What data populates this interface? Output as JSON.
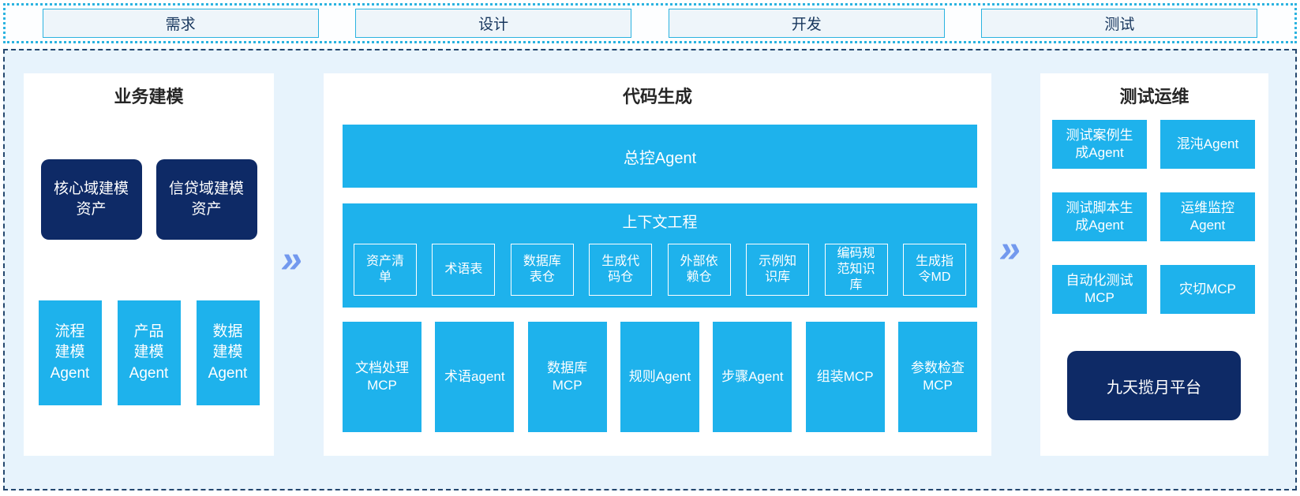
{
  "colors": {
    "accent_cyan": "#1eb2ec",
    "dark_navy": "#0e2a66",
    "container_bg": "#e7f3fc",
    "panel_bg": "#ffffff",
    "phase_box_bg": "#eef5fa",
    "phase_border_cyan": "#2bb3e0",
    "dashed_border_navy": "#24476e",
    "arrow_blue": "#7399ee",
    "title_text": "#262626",
    "phase_text": "#17365d"
  },
  "phases": {
    "items": [
      {
        "label": "需求"
      },
      {
        "label": "设计"
      },
      {
        "label": "开发"
      },
      {
        "label": "测试"
      }
    ]
  },
  "business_modeling": {
    "title": "业务建模",
    "assets": [
      {
        "label": "核心域建模\n资产"
      },
      {
        "label": "信贷域建模\n资产"
      }
    ],
    "agents": [
      {
        "label": "流程\n建模\nAgent"
      },
      {
        "label": "产品\n建模\nAgent"
      },
      {
        "label": "数据\n建模\nAgent"
      }
    ]
  },
  "code_generation": {
    "title": "代码生成",
    "master_agent": "总控Agent",
    "context_engineering": {
      "title": "上下文工程",
      "items": [
        {
          "label": "资产清\n单"
        },
        {
          "label": "术语表"
        },
        {
          "label": "数据库\n表仓"
        },
        {
          "label": "生成代\n码仓"
        },
        {
          "label": "外部依\n赖仓"
        },
        {
          "label": "示例知\n识库"
        },
        {
          "label": "编码规\n范知识\n库"
        },
        {
          "label": "生成指\n令MD"
        }
      ]
    },
    "tools": [
      {
        "label": "文档处理\nMCP"
      },
      {
        "label": "术语agent"
      },
      {
        "label": "数据库\nMCP"
      },
      {
        "label": "规则Agent"
      },
      {
        "label": "步骤Agent"
      },
      {
        "label": "组装MCP"
      },
      {
        "label": "参数检查\nMCP"
      }
    ]
  },
  "test_ops": {
    "title": "测试运维",
    "boxes": [
      {
        "label": "测试案例生\n成Agent"
      },
      {
        "label": "混沌Agent"
      },
      {
        "label": "测试脚本生\n成Agent"
      },
      {
        "label": "运维监控\nAgent"
      },
      {
        "label": "自动化测试\nMCP"
      },
      {
        "label": "灾切MCP"
      }
    ],
    "platform": "九天揽月平台"
  },
  "arrows": {
    "glyph": "»"
  }
}
